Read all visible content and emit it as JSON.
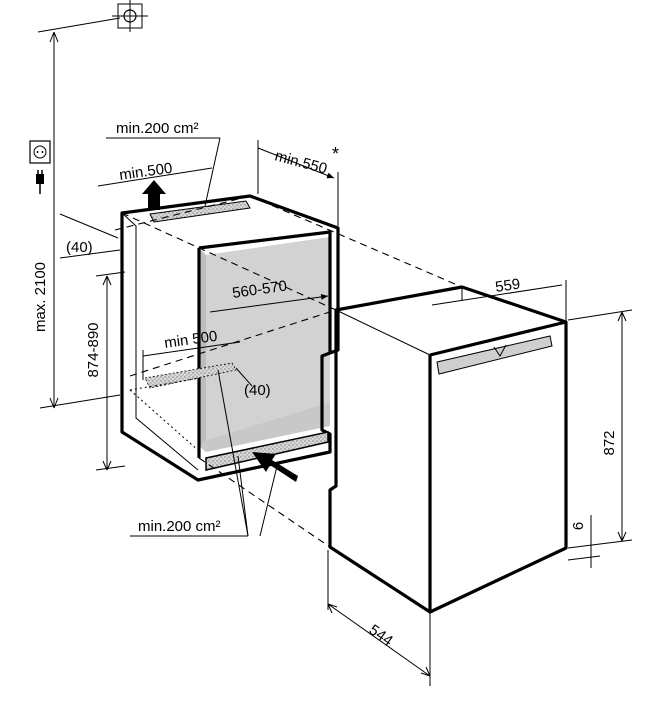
{
  "dimensions": {
    "max_height": "max. 2100",
    "top_vent_area": "min.200 cm²",
    "top_vent_depth": "min.500",
    "niche_depth": "min.550",
    "niche_depth_note": "*",
    "rear_gap_top": "(40)",
    "niche_height": "874-890",
    "niche_width": "560-570",
    "floor_depth": "min 500",
    "rear_gap_floor": "(40)",
    "bottom_vent_area": "min.200 cm²",
    "appliance_width": "559",
    "appliance_height": "872",
    "plinth_height": "6",
    "appliance_depth": "544"
  },
  "icons": [
    "water-connection-icon",
    "power-socket-icon",
    "power-plug-icon",
    "airflow-arrow-icon"
  ]
}
